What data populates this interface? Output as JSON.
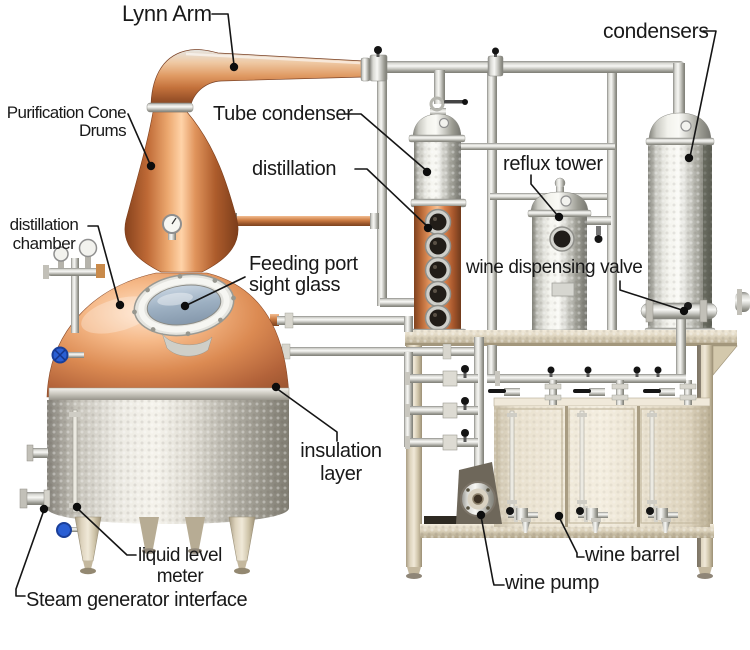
{
  "figure": {
    "type": "labeled equipment diagram",
    "subject": "Copper distillery system: pot still with purification cone and lyne arm, distillation column, reflux tower, condensers, wine barrels and wine pump",
    "background_color": "#ffffff",
    "label_text_color": "#191919",
    "leader_line_color": "#151515",
    "colors": {
      "copper": "#c97a46",
      "copper_highlight": "#ffd3a8",
      "copper_shadow": "#7c3d1a",
      "stainless": "#d9d9d3",
      "stainless_highlight": "#f7f7f4",
      "stainless_shadow": "#7d7d75",
      "frame_beige": "#e8dfcc",
      "sight_glass_blue": "#9db0c2",
      "valve_handle_blue": "#2a5fd4",
      "valve_knob_black": "#141414"
    },
    "labels": [
      {
        "id": "lynn-arm",
        "lines": [
          "Lynn Arm"
        ]
      },
      {
        "id": "condensers",
        "lines": [
          "condensers"
        ]
      },
      {
        "id": "purification-cone-drums",
        "lines": [
          "Purification Cone",
          "Drums"
        ]
      },
      {
        "id": "tube-condenser",
        "lines": [
          "Tube condenser"
        ]
      },
      {
        "id": "distillation",
        "lines": [
          "distillation"
        ]
      },
      {
        "id": "reflux-tower",
        "lines": [
          "reflux tower"
        ]
      },
      {
        "id": "distillation-chamber",
        "lines": [
          "distillation",
          "chamber"
        ]
      },
      {
        "id": "feeding-port-sight-glass",
        "lines": [
          "Feeding port",
          "sight glass"
        ]
      },
      {
        "id": "wine-dispensing-valve",
        "lines": [
          "wine dispensing valve"
        ]
      },
      {
        "id": "insulation-layer",
        "lines": [
          "insulation",
          "layer"
        ]
      },
      {
        "id": "liquid-level-meter",
        "lines": [
          "liquid level",
          "meter"
        ]
      },
      {
        "id": "steam-generator-interface",
        "lines": [
          "Steam generator interface"
        ]
      },
      {
        "id": "wine-pump",
        "lines": [
          "wine pump"
        ]
      },
      {
        "id": "wine-barrel",
        "lines": [
          "wine barrel"
        ]
      }
    ]
  }
}
